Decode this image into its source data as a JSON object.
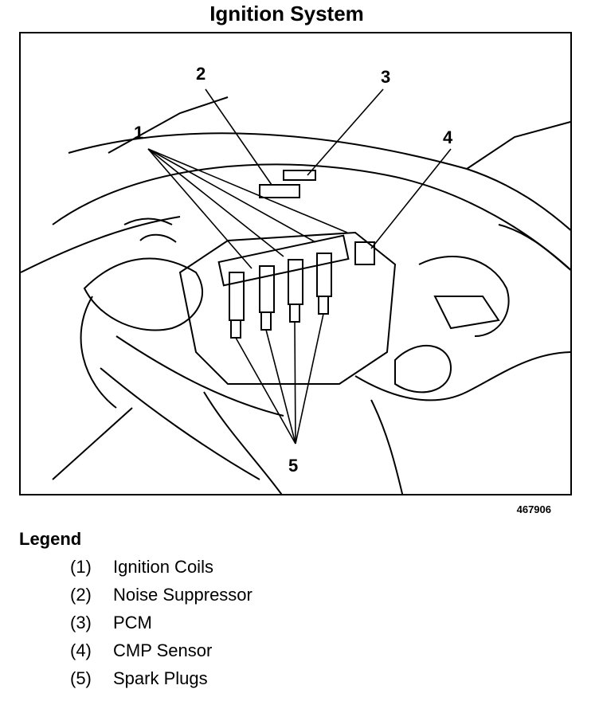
{
  "title": "Ignition System",
  "callouts": [
    "1",
    "2",
    "3",
    "4",
    "5"
  ],
  "figure_id": "467906",
  "legend": {
    "heading": "Legend",
    "items": [
      {
        "num": "(1)",
        "label": "Ignition Coils"
      },
      {
        "num": "(2)",
        "label": "Noise Suppressor"
      },
      {
        "num": "(3)",
        "label": "PCM"
      },
      {
        "num": "(4)",
        "label": "CMP Sensor"
      },
      {
        "num": "(5)",
        "label": "Spark Plugs"
      }
    ]
  }
}
